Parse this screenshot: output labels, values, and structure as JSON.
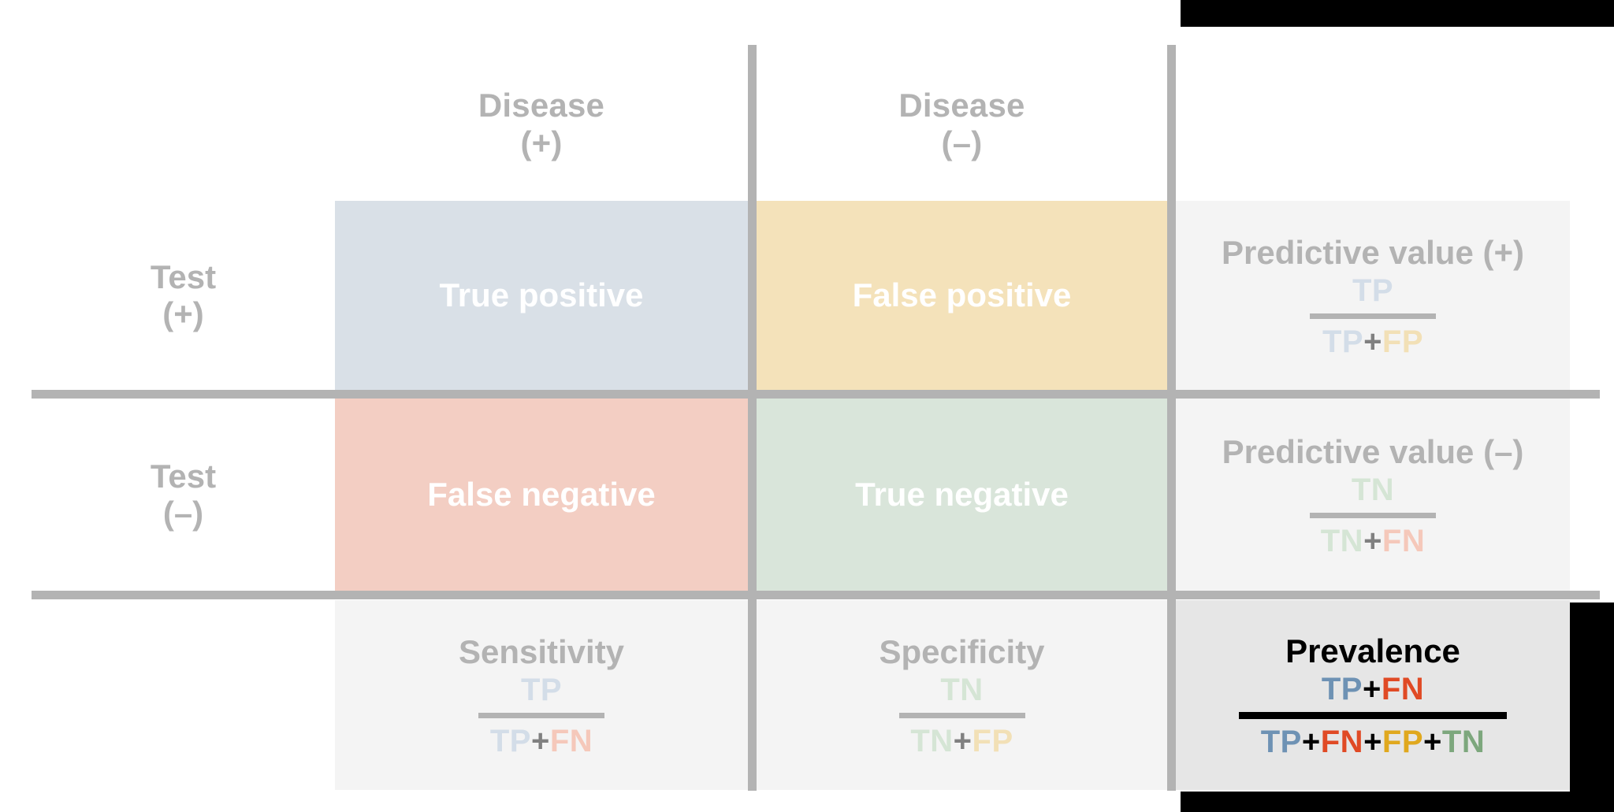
{
  "diagram": {
    "title": "Diagnostic test 2x2 contingency table",
    "column_headers": [
      {
        "name": "disease-positive",
        "line1": "Disease",
        "line2": "(+)"
      },
      {
        "name": "disease-negative",
        "line1": "Disease",
        "line2": "(–)"
      }
    ],
    "row_headers": [
      {
        "name": "test-positive",
        "line1": "Test",
        "line2": "(+)"
      },
      {
        "name": "test-negative",
        "line1": "Test",
        "line2": "(–)"
      }
    ],
    "quadrants": [
      {
        "name": "true-positive",
        "label": "True positive",
        "color": "#d9e0e7"
      },
      {
        "name": "false-positive",
        "label": "False positive",
        "color": "#f4e2ba"
      },
      {
        "name": "false-negative",
        "label": "False negative",
        "color": "#f3cec3"
      },
      {
        "name": "true-negative",
        "label": "True negative",
        "color": "#d9e5da"
      }
    ],
    "summaries": {
      "ppv": {
        "title": "Predictive value (+)",
        "numerator": "TP",
        "denominator_parts": [
          "TP",
          "+",
          "FP"
        ]
      },
      "npv": {
        "title": "Predictive value (–)",
        "numerator": "TN",
        "denominator_parts": [
          "TN",
          "+",
          "FN"
        ]
      },
      "sensitivity": {
        "title": "Sensitivity",
        "numerator": "TP",
        "denominator_parts": [
          "TP",
          "+",
          "FN"
        ]
      },
      "specificity": {
        "title": "Specificity",
        "numerator": "TN",
        "denominator_parts": [
          "TN",
          "+",
          "FP"
        ]
      },
      "prevalence": {
        "title": "Prevalence",
        "numerator_parts": [
          "TP",
          "+",
          "FN"
        ],
        "denominator_parts": [
          "TP",
          "+",
          "FN",
          "+",
          "FP",
          "+",
          "TN"
        ]
      }
    },
    "token_colors": {
      "TP": "#6e92b4",
      "FN": "#e04a25",
      "FP": "#e0a81e",
      "TN": "#7da77d",
      "muted_TP": "#d3dde8",
      "muted_FN": "#f5c8ba",
      "muted_FP": "#f2e0b6",
      "muted_TN": "#d5e5d5",
      "rule": "#b3b3b3",
      "header_text": "#b3b3b3"
    }
  }
}
